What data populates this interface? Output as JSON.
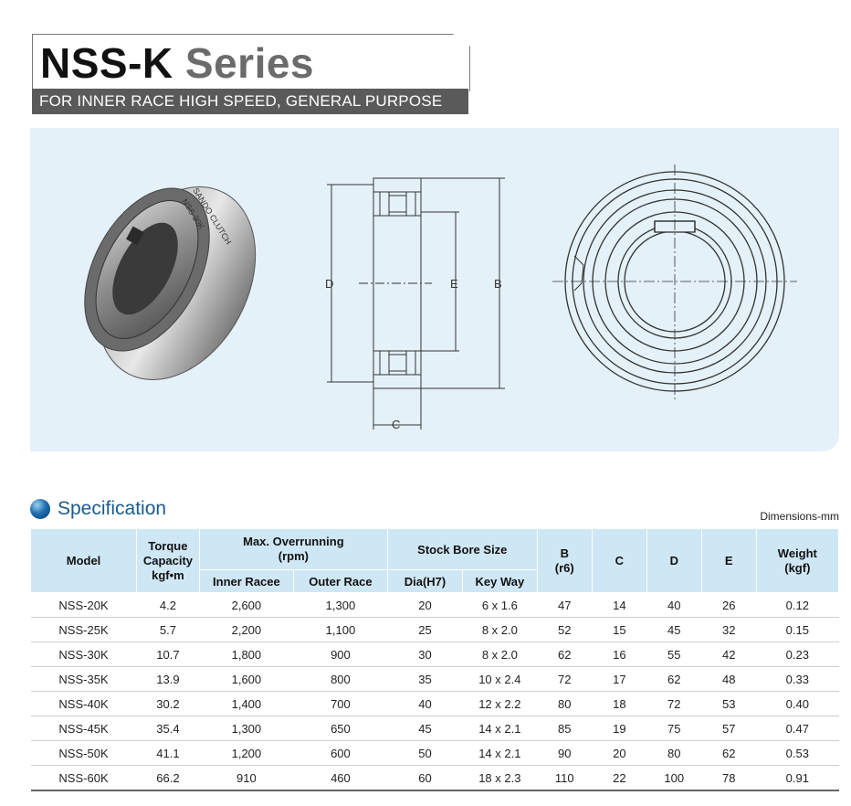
{
  "header": {
    "title_part1": "NSS-K",
    "title_part2": "Series",
    "subtitle": "FOR INNER RACE HIGH SPEED, GENERAL PURPOSE"
  },
  "drawing": {
    "photo_text_line1": "SANDO CLUTCH",
    "photo_text_line2": "NSS-30K",
    "dim_labels": [
      "D",
      "E",
      "B",
      "C"
    ]
  },
  "spec": {
    "title": "Specification",
    "dimensions_note": "Dimensions-mm"
  },
  "table": {
    "headers": {
      "model": "Model",
      "torque": "Torque Capacity kgf•m",
      "overrunning": "Max. Overrunning (rpm)",
      "inner_race": "Inner Racee",
      "outer_race": "Outer Race",
      "stock_bore": "Stock Bore Size",
      "dia": "Dia(H7)",
      "key_way": "Key Way",
      "b": "B (r6)",
      "c": "C",
      "d": "D",
      "e": "E",
      "weight": "Weight (kgf)"
    },
    "rows": [
      [
        "NSS-20K",
        "4.2",
        "2,600",
        "1,300",
        "20",
        "6 x 1.6",
        "47",
        "14",
        "40",
        "26",
        "0.12"
      ],
      [
        "NSS-25K",
        "5.7",
        "2,200",
        "1,100",
        "25",
        "8 x 2.0",
        "52",
        "15",
        "45",
        "32",
        "0.15"
      ],
      [
        "NSS-30K",
        "10.7",
        "1,800",
        "900",
        "30",
        "8 x 2.0",
        "62",
        "16",
        "55",
        "42",
        "0.23"
      ],
      [
        "NSS-35K",
        "13.9",
        "1,600",
        "800",
        "35",
        "10 x 2.4",
        "72",
        "17",
        "62",
        "48",
        "0.33"
      ],
      [
        "NSS-40K",
        "30.2",
        "1,400",
        "700",
        "40",
        "12 x 2.2",
        "80",
        "18",
        "72",
        "53",
        "0.40"
      ],
      [
        "NSS-45K",
        "35.4",
        "1,300",
        "650",
        "45",
        "14 x 2.1",
        "85",
        "19",
        "75",
        "57",
        "0.47"
      ],
      [
        "NSS-50K",
        "41.1",
        "1,200",
        "600",
        "50",
        "14 x 2.1",
        "90",
        "20",
        "80",
        "62",
        "0.53"
      ],
      [
        "NSS-60K",
        "66.2",
        "910",
        "460",
        "60",
        "18 x 2.3",
        "110",
        "22",
        "100",
        "78",
        "0.91"
      ]
    ]
  }
}
